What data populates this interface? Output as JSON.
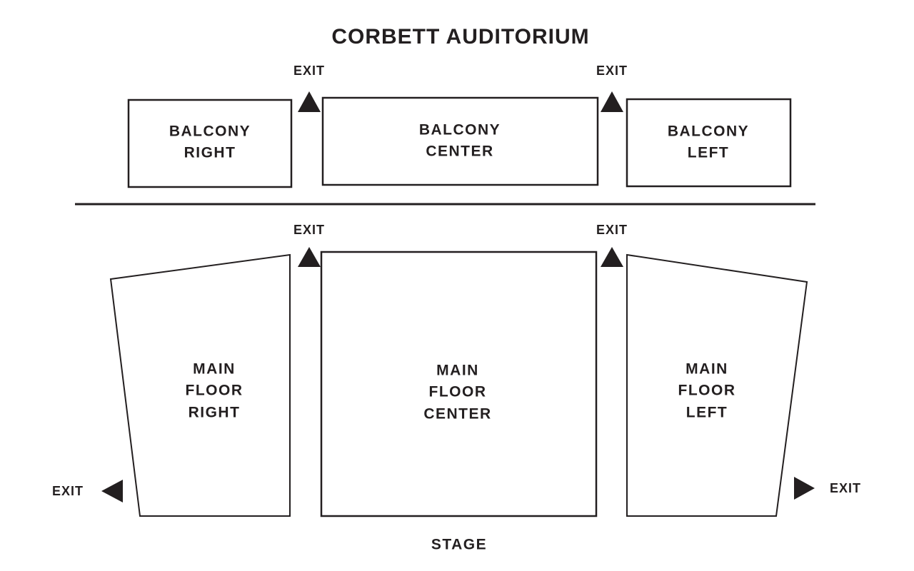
{
  "title": "CORBETT AUDITORIUM",
  "exit_label": "EXIT",
  "stage_label": "STAGE",
  "colors": {
    "ink": "#231f20",
    "background": "#ffffff"
  },
  "sections": {
    "balcony_right": "BALCONY\nRIGHT",
    "balcony_center": "BALCONY\nCENTER",
    "balcony_left": "BALCONY\nLEFT",
    "main_floor_right": "MAIN\nFLOOR\nRIGHT",
    "main_floor_center": "MAIN\nFLOOR\nCENTER",
    "main_floor_left": "MAIN\nFLOOR\nLEFT"
  }
}
